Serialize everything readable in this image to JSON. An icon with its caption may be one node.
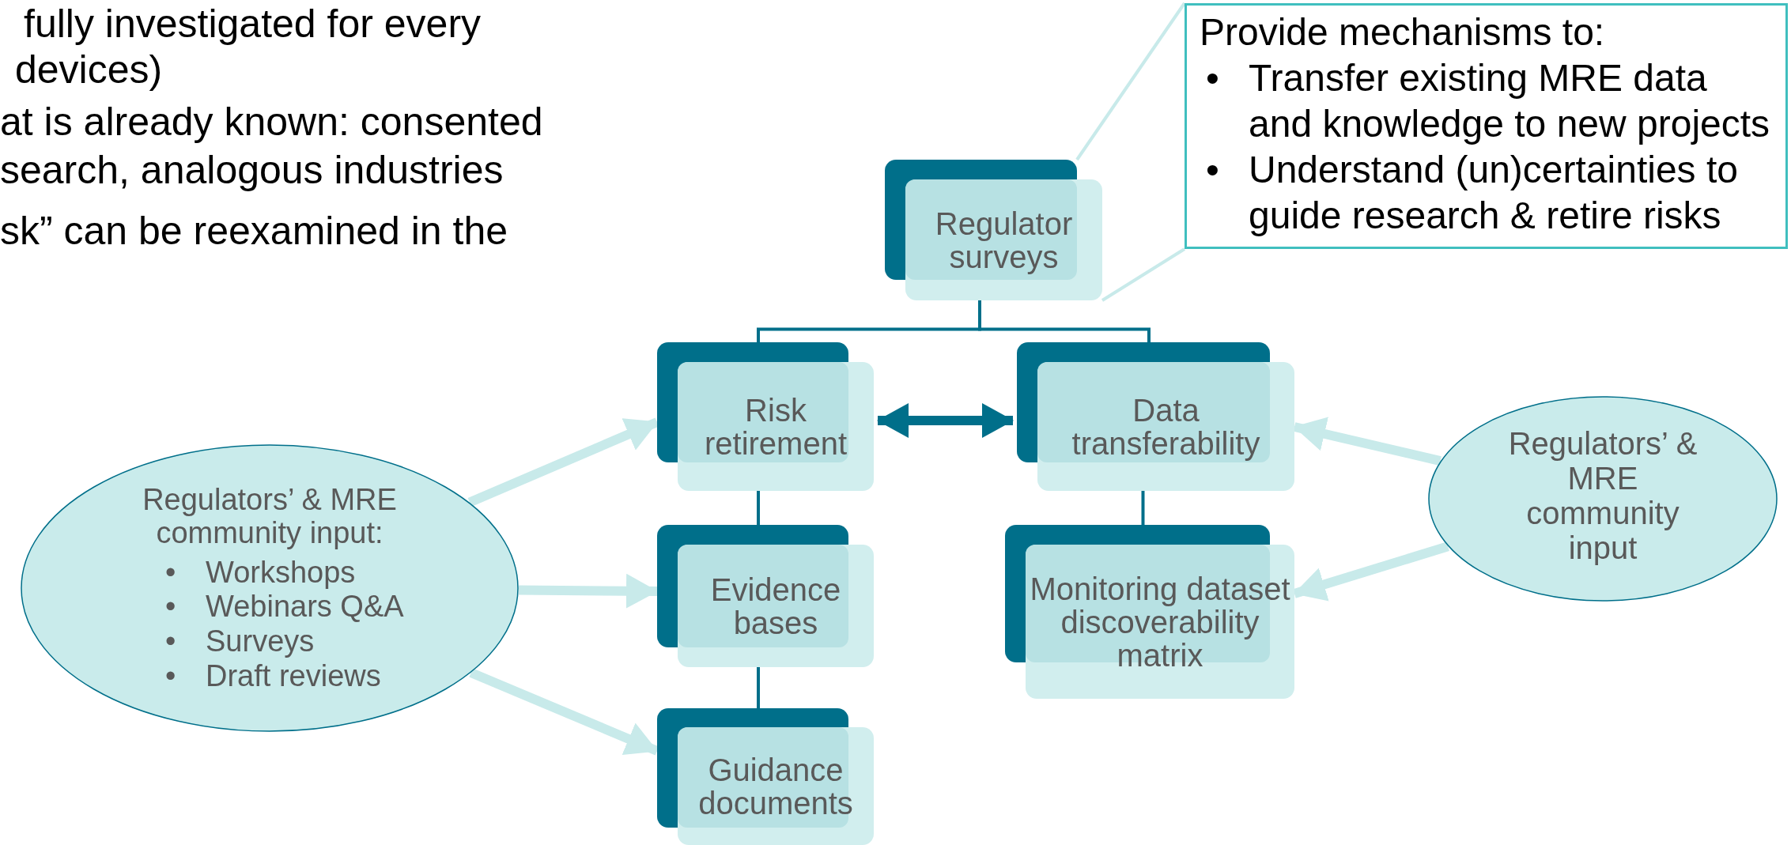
{
  "diagram": {
    "nodes": [
      {
        "text": [
          "Provide mechanisms to:",
          "•",
          "Transfer existing MRE data and knowledge to new projects",
          "•",
          "Understand (un)certainties to guide research & retire risks"
        ]
      },
      {
        "text": [
          "Regulator surveys"
        ]
      },
      {
        "text": [
          "Risk retirement"
        ]
      },
      {
        "text": [
          "Data transferability"
        ]
      },
      {
        "text": [
          "Regulators’ & MRE community input:",
          "•",
          "Workshops",
          "•",
          "Webinars Q&A",
          "•",
          "Surveys",
          "•",
          "Draft reviews"
        ]
      },
      {
        "text": [
          "Regulators’ & MRE community input"
        ]
      },
      {
        "text": [
          "Evidence bases"
        ]
      },
      {
        "text": [
          "Monitoring dataset discoverability matrix"
        ]
      },
      {
        "text": [
          "Guidance documents"
        ]
      }
    ],
    "edges": [
      {
        "from": 1,
        "to": 2,
        "arrow": "none"
      },
      {
        "from": 1,
        "to": 3,
        "arrow": "none"
      },
      {
        "from": 2,
        "to": 3,
        "arrow": "both",
        "style": "thick"
      },
      {
        "from": 2,
        "to": 6,
        "arrow": "none"
      },
      {
        "from": 6,
        "to": 8,
        "arrow": "none"
      },
      {
        "from": 3,
        "to": 7,
        "arrow": "none"
      },
      {
        "from": 4,
        "to": 2,
        "arrow": "to",
        "style": "thick",
        "color": "#c8eaea"
      },
      {
        "from": 4,
        "to": 6,
        "arrow": "to",
        "style": "thick",
        "color": "#c8eaea"
      },
      {
        "from": 4,
        "to": 8,
        "arrow": "to",
        "style": "thick",
        "color": "#c8eaea"
      },
      {
        "from": 5,
        "to": 3,
        "arrow": "to",
        "style": "thick",
        "color": "#c8eaea"
      },
      {
        "from": 5,
        "to": 7,
        "arrow": "to",
        "style": "thick",
        "color": "#c8eaea"
      },
      {
        "from": 0,
        "to": 1,
        "arrow": "none",
        "color": "#c8eaea"
      }
    ],
    "labels": [
      "fully investigated for every",
      "devices)",
      "at is already known: consented",
      "search, analogous industries",
      "sk” can be reexamined in the"
    ]
  }
}
